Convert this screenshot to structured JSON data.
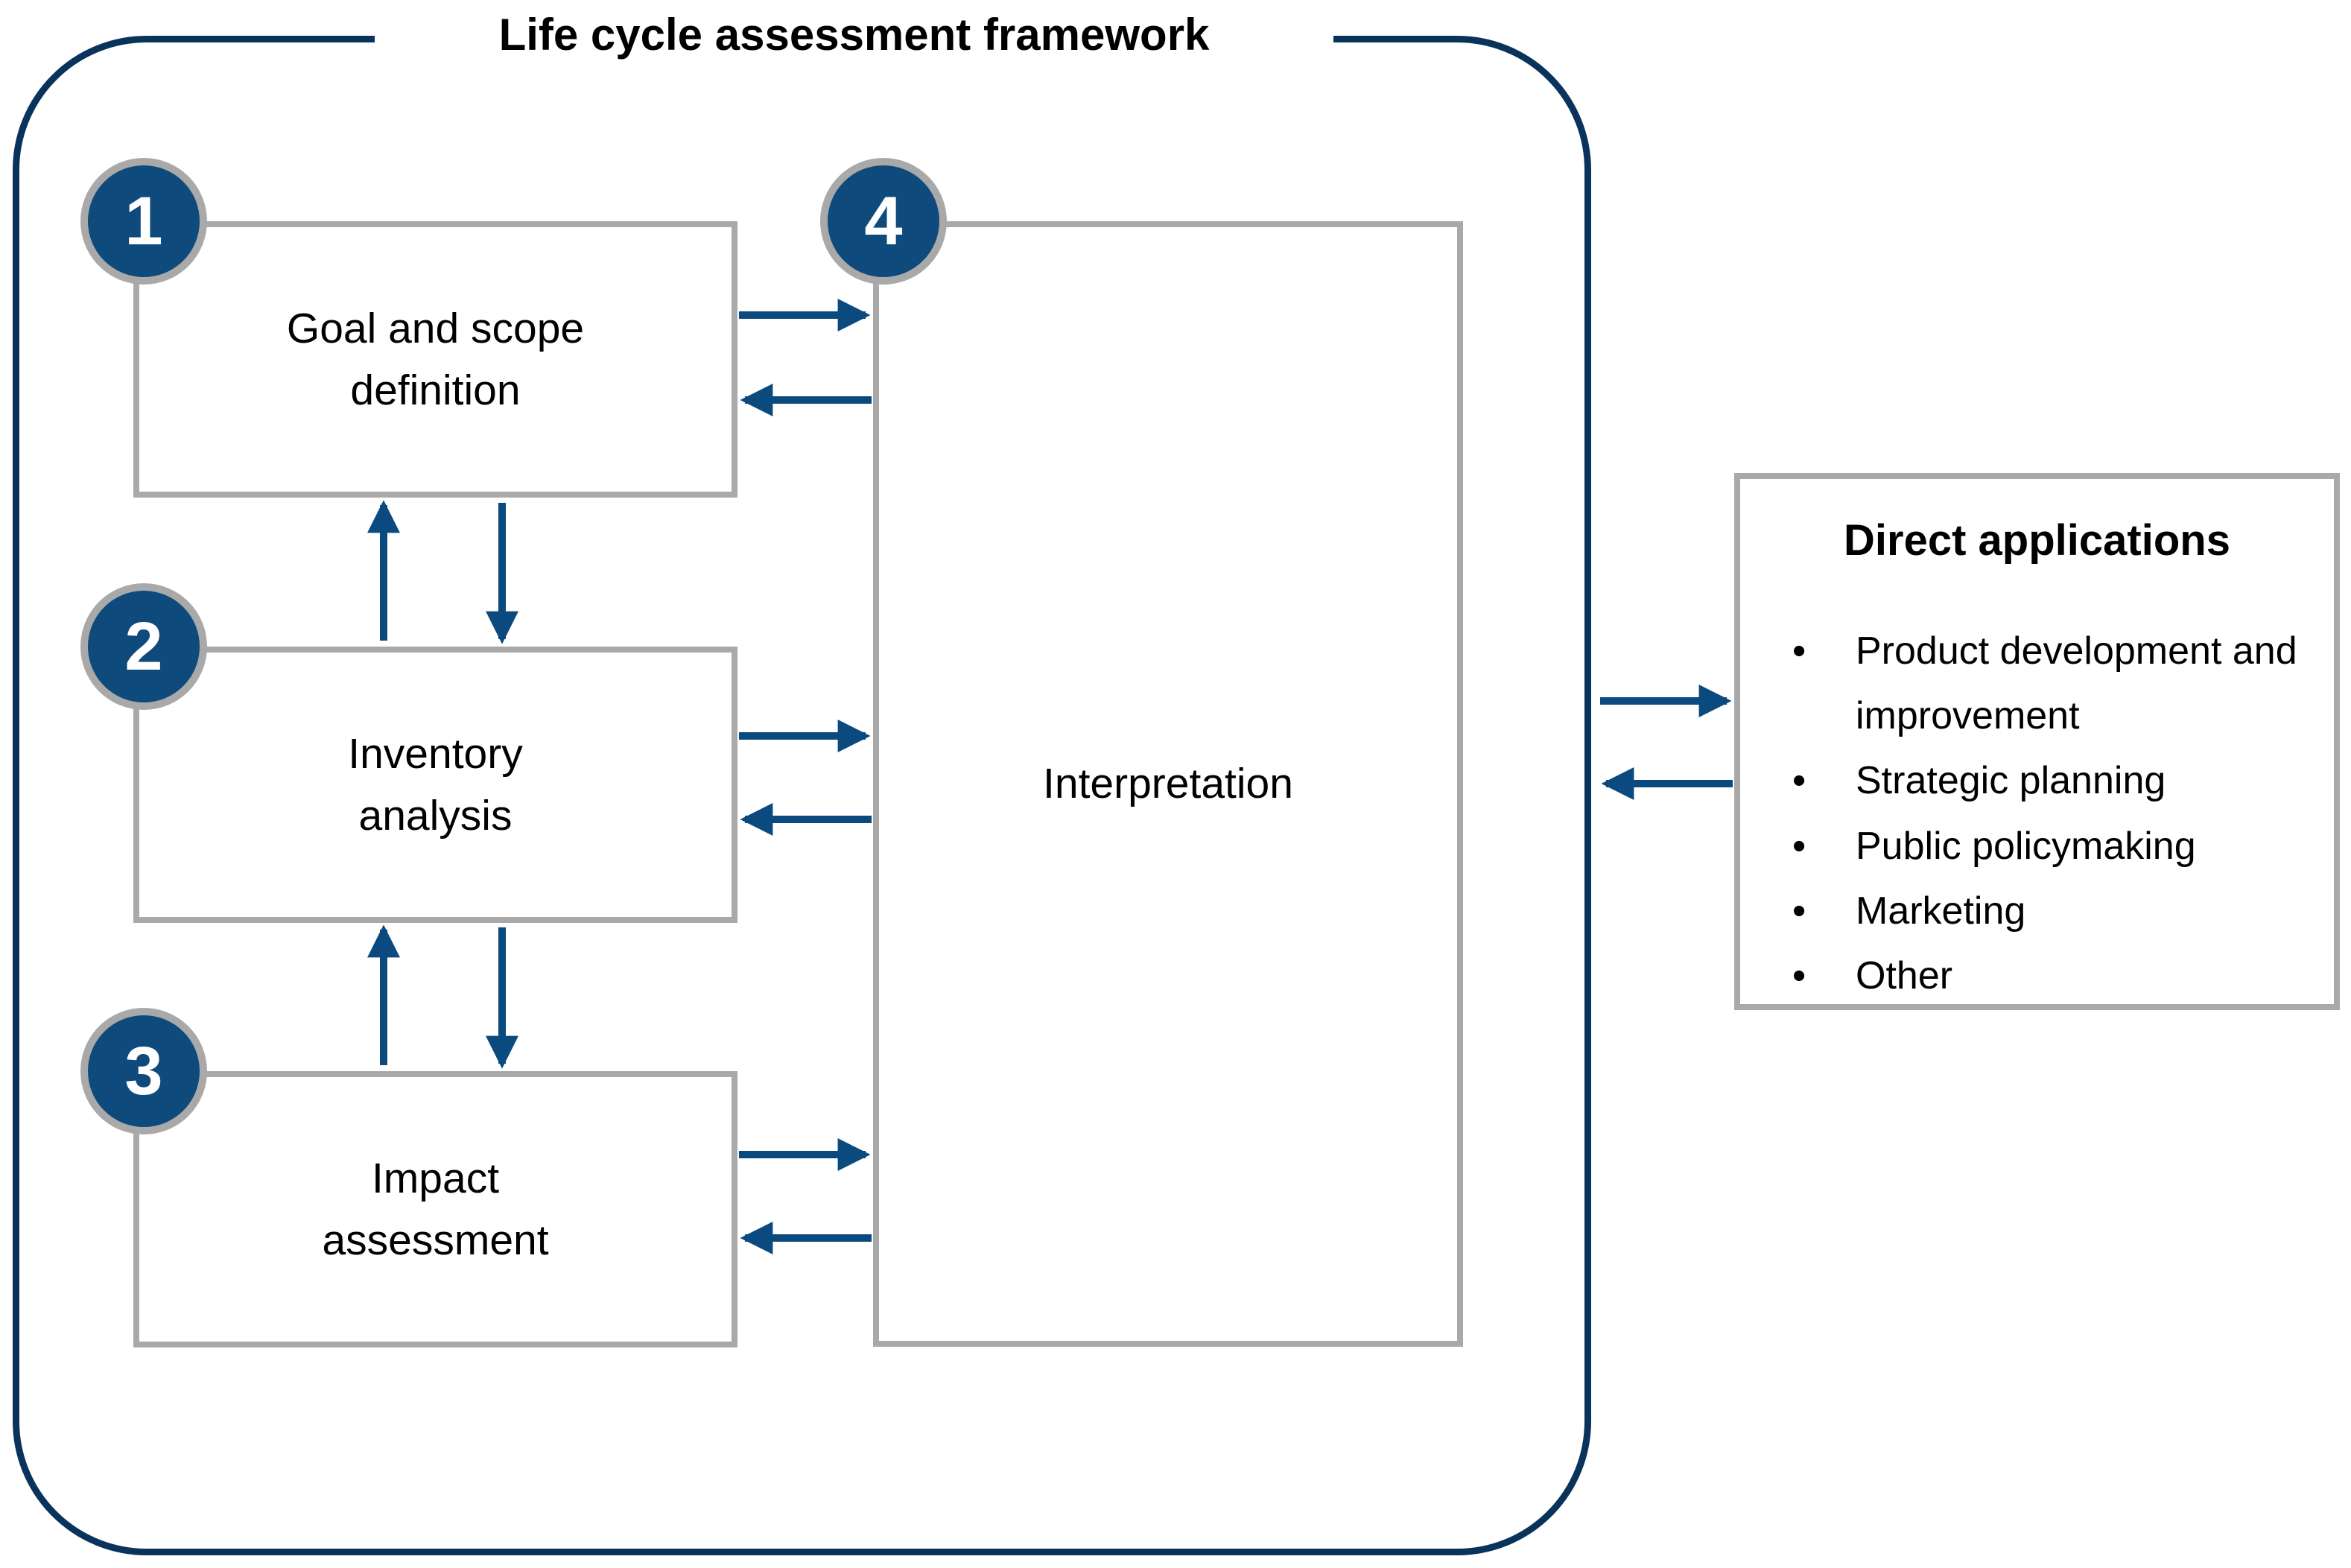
{
  "diagram": {
    "frame_title": "Life cycle assessment framework",
    "stages": [
      {
        "number": "1",
        "label": "Goal and scope definition"
      },
      {
        "number": "2",
        "label": "Inventory analysis"
      },
      {
        "number": "3",
        "label": "Impact assessment"
      },
      {
        "number": "4",
        "label": "Interpretation"
      }
    ],
    "direct_applications": {
      "title": "Direct applications",
      "items": [
        "Product development and improvement",
        "Strategic planning",
        "Public policymaking",
        "Marketing",
        "Other"
      ]
    },
    "colors": {
      "frame_border": "#0a335c",
      "accent_blue": "#0e4a7b",
      "arrow_blue": "#0b4a7e",
      "box_border_gray": "#a9a9a9",
      "text": "#000000",
      "background": "#ffffff"
    }
  }
}
